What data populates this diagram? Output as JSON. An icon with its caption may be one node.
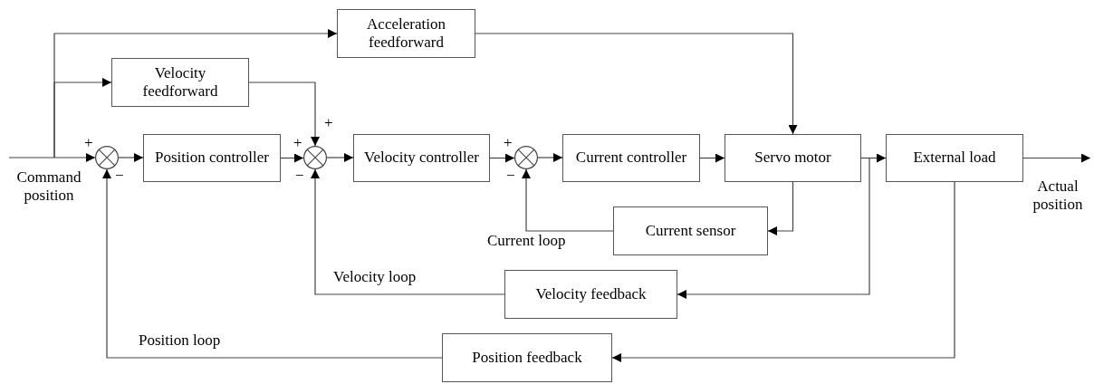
{
  "diagram": {
    "nodes": [
      {
        "text": [
          "Acceleration feedforward"
        ]
      },
      {
        "text": [
          "Velocity feedforward"
        ]
      },
      {
        "text": [],
        "shape": "circle"
      },
      {
        "text": [
          "Position controller"
        ]
      },
      {
        "text": [],
        "shape": "circle"
      },
      {
        "text": [
          "Velocity controller"
        ]
      },
      {
        "text": [],
        "shape": "circle"
      },
      {
        "text": [
          "Current controller"
        ]
      },
      {
        "text": [
          "Servo motor"
        ]
      },
      {
        "text": [
          "External load"
        ]
      },
      {
        "text": [
          "Current sensor"
        ]
      },
      {
        "text": [
          "Velocity feedback"
        ]
      },
      {
        "text": [
          "Position feedback"
        ]
      }
    ],
    "edges": [
      {
        "from": null,
        "to": 2,
        "arrow": "to"
      },
      {
        "from": null,
        "to": 1,
        "arrow": "to"
      },
      {
        "from": null,
        "to": 0,
        "arrow": "to"
      },
      {
        "from": 1,
        "to": 4,
        "arrow": "to"
      },
      {
        "from": 0,
        "to": 8,
        "arrow": "to"
      },
      {
        "from": 2,
        "to": 3,
        "arrow": "to"
      },
      {
        "from": 3,
        "to": 4,
        "arrow": "to"
      },
      {
        "from": 4,
        "to": 5,
        "arrow": "to"
      },
      {
        "from": 5,
        "to": 6,
        "arrow": "to"
      },
      {
        "from": 6,
        "to": 7,
        "arrow": "to"
      },
      {
        "from": 7,
        "to": 8,
        "arrow": "to"
      },
      {
        "from": 8,
        "to": 9,
        "arrow": "to"
      },
      {
        "from": 9,
        "to": null,
        "arrow": "to"
      },
      {
        "from": 8,
        "to": 10,
        "arrow": "to"
      },
      {
        "from": 10,
        "to": 6,
        "arrow": "to"
      },
      {
        "from": 8,
        "to": 11,
        "arrow": "to"
      },
      {
        "from": 11,
        "to": 4,
        "arrow": "to"
      },
      {
        "from": 9,
        "to": 12,
        "arrow": "to"
      },
      {
        "from": 12,
        "to": 2,
        "arrow": "to"
      }
    ],
    "labels": [
      "+",
      "+",
      "+",
      "+",
      "−",
      "−",
      "−",
      "Command position",
      "Actual position",
      "Current loop",
      "Velocity loop",
      "Position loop"
    ]
  }
}
